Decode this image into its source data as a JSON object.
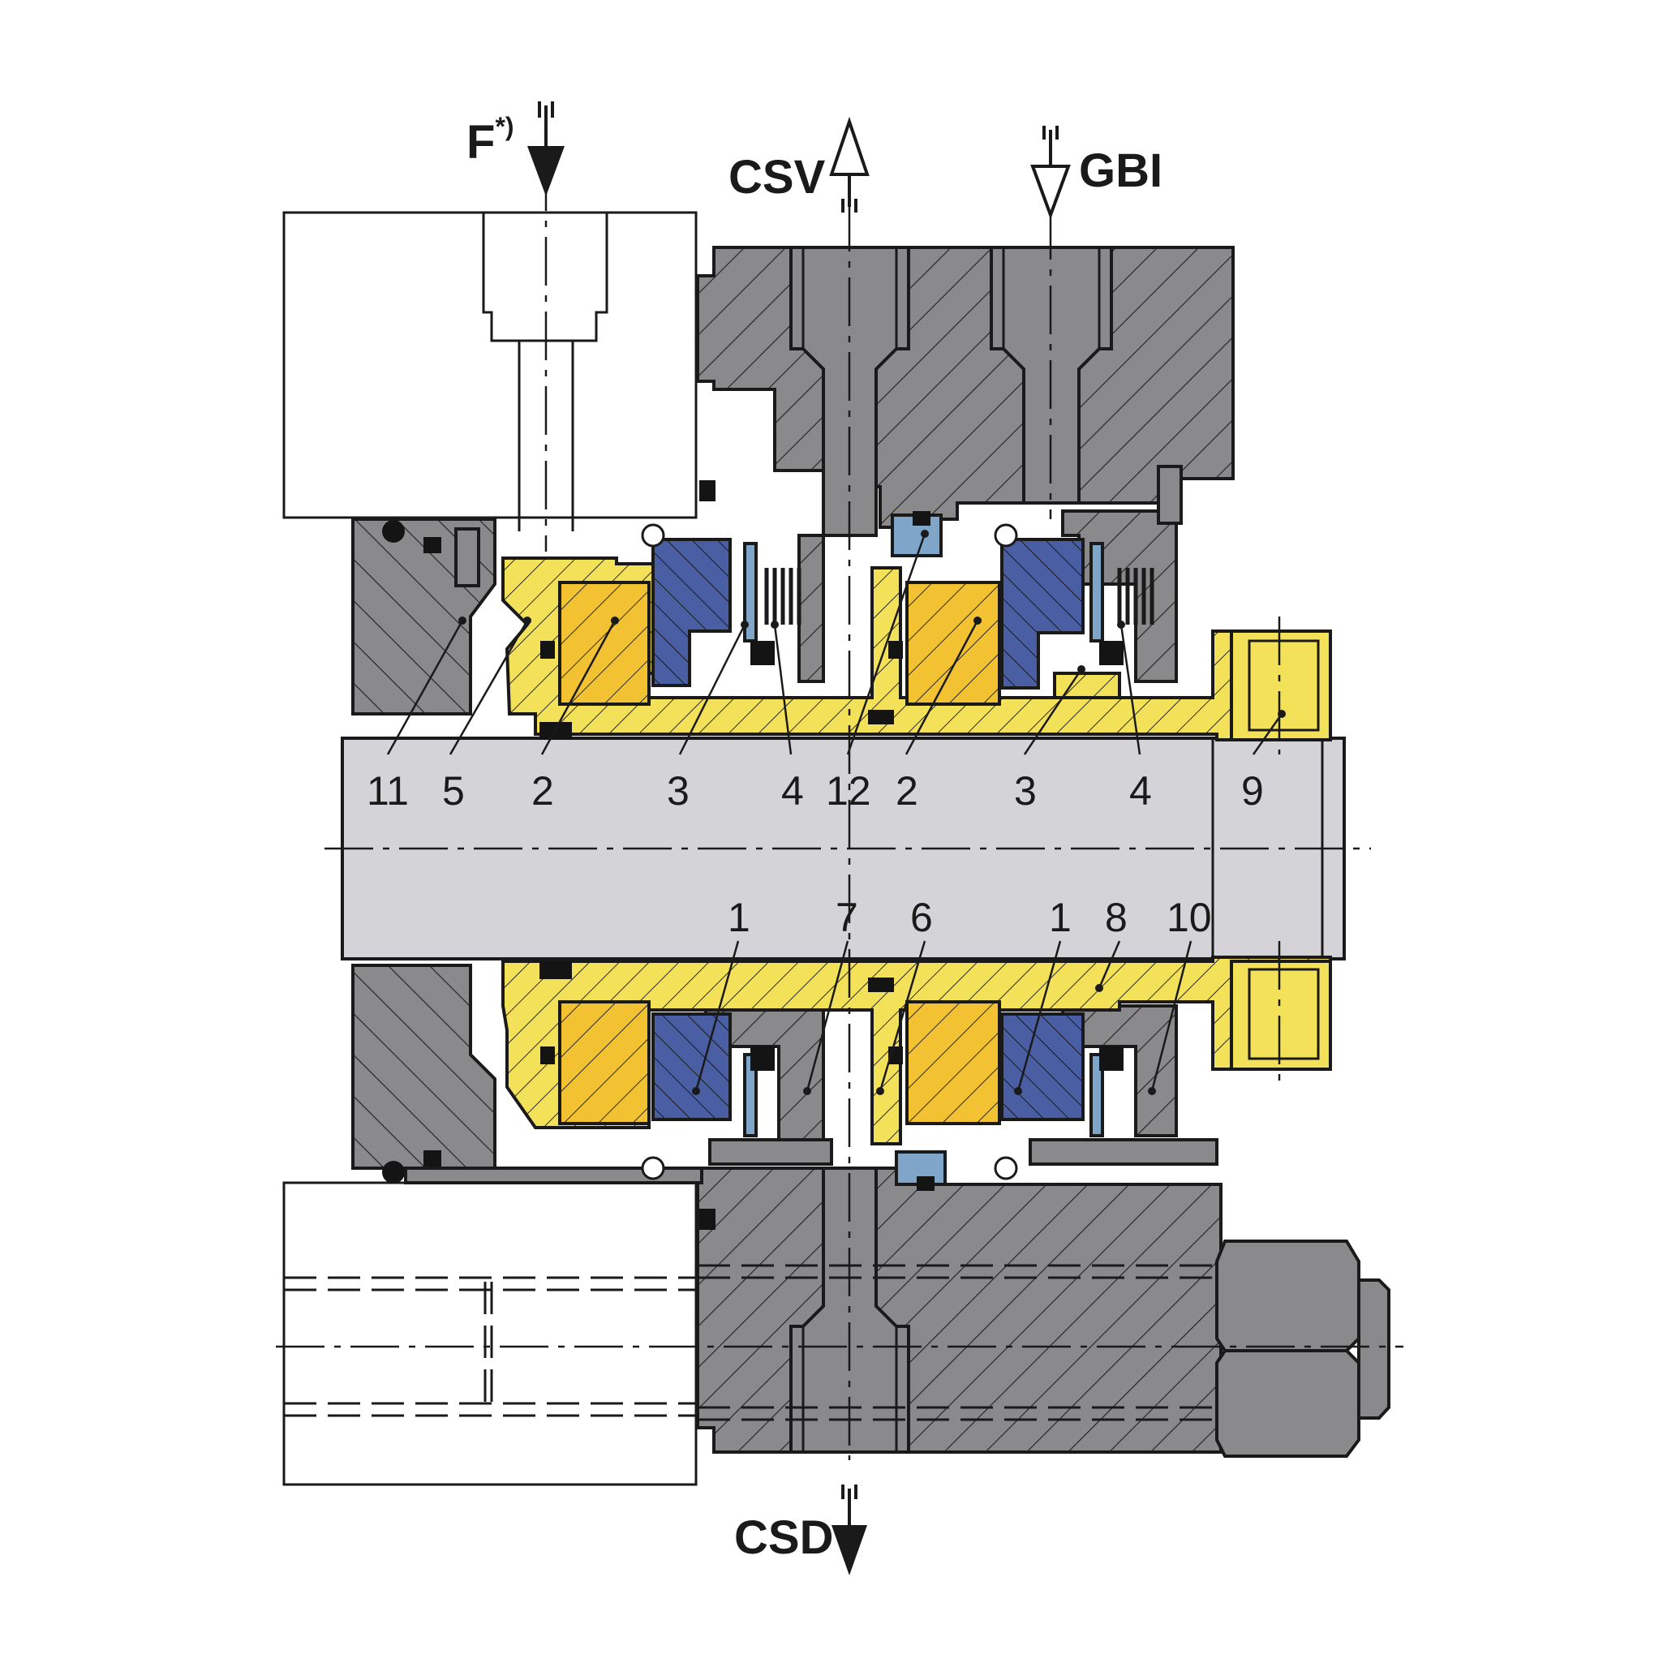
{
  "ports": {
    "f": "F",
    "f_sup": "*)",
    "csv": "CSV",
    "gbi": "GBI",
    "csd": "CSD"
  },
  "parts_top": [
    "11",
    "5",
    "2",
    "3",
    "4",
    "12",
    "2",
    "3",
    "4",
    "9"
  ],
  "parts_bottom": [
    "1",
    "7",
    "6",
    "1",
    "8",
    "10"
  ],
  "colors": {
    "housing": "#8a8a8c",
    "shaft": "#d4d4d8",
    "yellow_sleeve": "#f4e15a",
    "yellow_ring": "#f2c233",
    "blue_ring": "#4a5fa3",
    "light_blue": "#7fa6c8",
    "outline": "#1a1a1a"
  }
}
